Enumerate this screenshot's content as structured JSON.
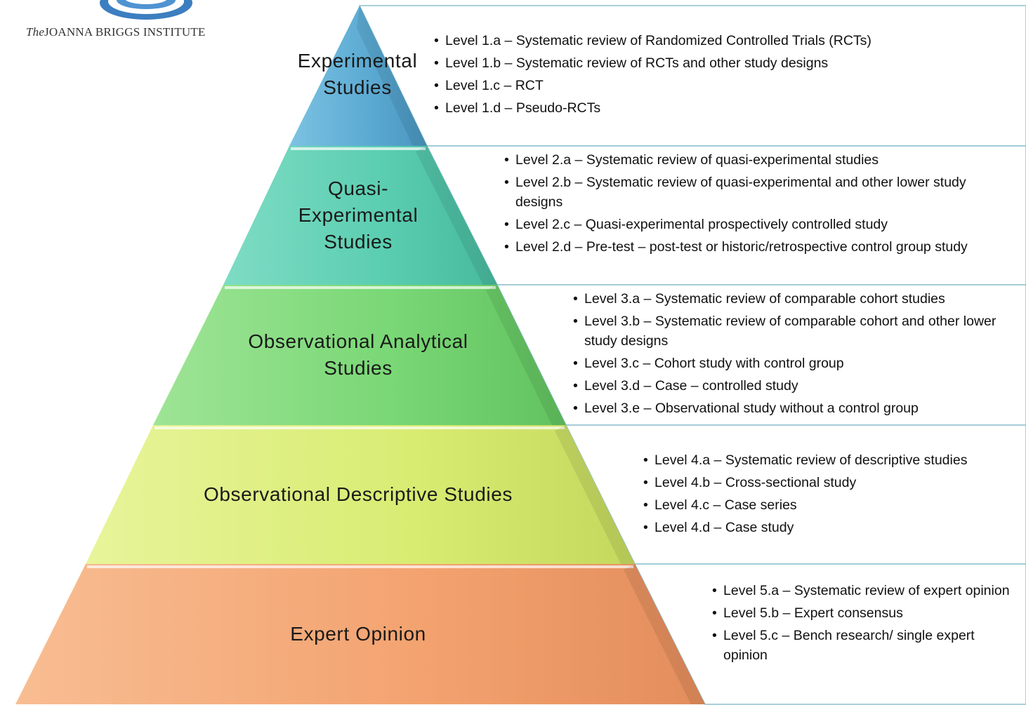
{
  "logo": {
    "prefix": "The",
    "name": "JOANNA BRIGGS INSTITUTE"
  },
  "tiers": [
    {
      "label_lines": [
        "Experimental",
        "Studies"
      ],
      "color": "#5fb0d4",
      "levels": [
        "Level 1.a – Systematic review of Randomized Controlled Trials (RCTs)",
        "Level 1.b – Systematic review of RCTs and other study designs",
        "Level 1.c – RCT",
        "Level 1.d – Pseudo-RCTs"
      ]
    },
    {
      "label_lines": [
        "Quasi-",
        "Experimental",
        "Studies"
      ],
      "color": "#5ecdb0",
      "levels": [
        "Level 2.a – Systematic review of quasi-experimental studies",
        "Level 2.b – Systematic review of quasi-experimental and other lower study designs",
        "Level 2.c – Quasi-experimental prospectively controlled study",
        "Level 2.d – Pre-test – post-test or historic/retrospective control group study"
      ]
    },
    {
      "label_lines": [
        "Observational Analytical",
        "Studies"
      ],
      "color": "#7fd97a",
      "levels": [
        "Level 3.a – Systematic review of comparable cohort studies",
        "Level 3.b – Systematic review of comparable cohort and other lower study designs",
        "Level 3.c – Cohort study with control group",
        "Level 3.d – Case – controlled study",
        "Level 3.e – Observational study without a control group"
      ]
    },
    {
      "label_lines": [
        "Observational Descriptive Studies"
      ],
      "color": "#dcee78",
      "levels": [
        "Level 4.a – Systematic review of descriptive studies",
        "Level 4.b – Cross-sectional study",
        "Level 4.c – Case series",
        "Level 4.d – Case study"
      ]
    },
    {
      "label_lines": [
        "Expert Opinion"
      ],
      "color": "#f5a878",
      "levels": [
        "Level 5.a – Systematic review of expert opinion",
        "Level 5.b – Expert consensus",
        "Level 5.c – Bench research/ single expert opinion"
      ]
    }
  ]
}
